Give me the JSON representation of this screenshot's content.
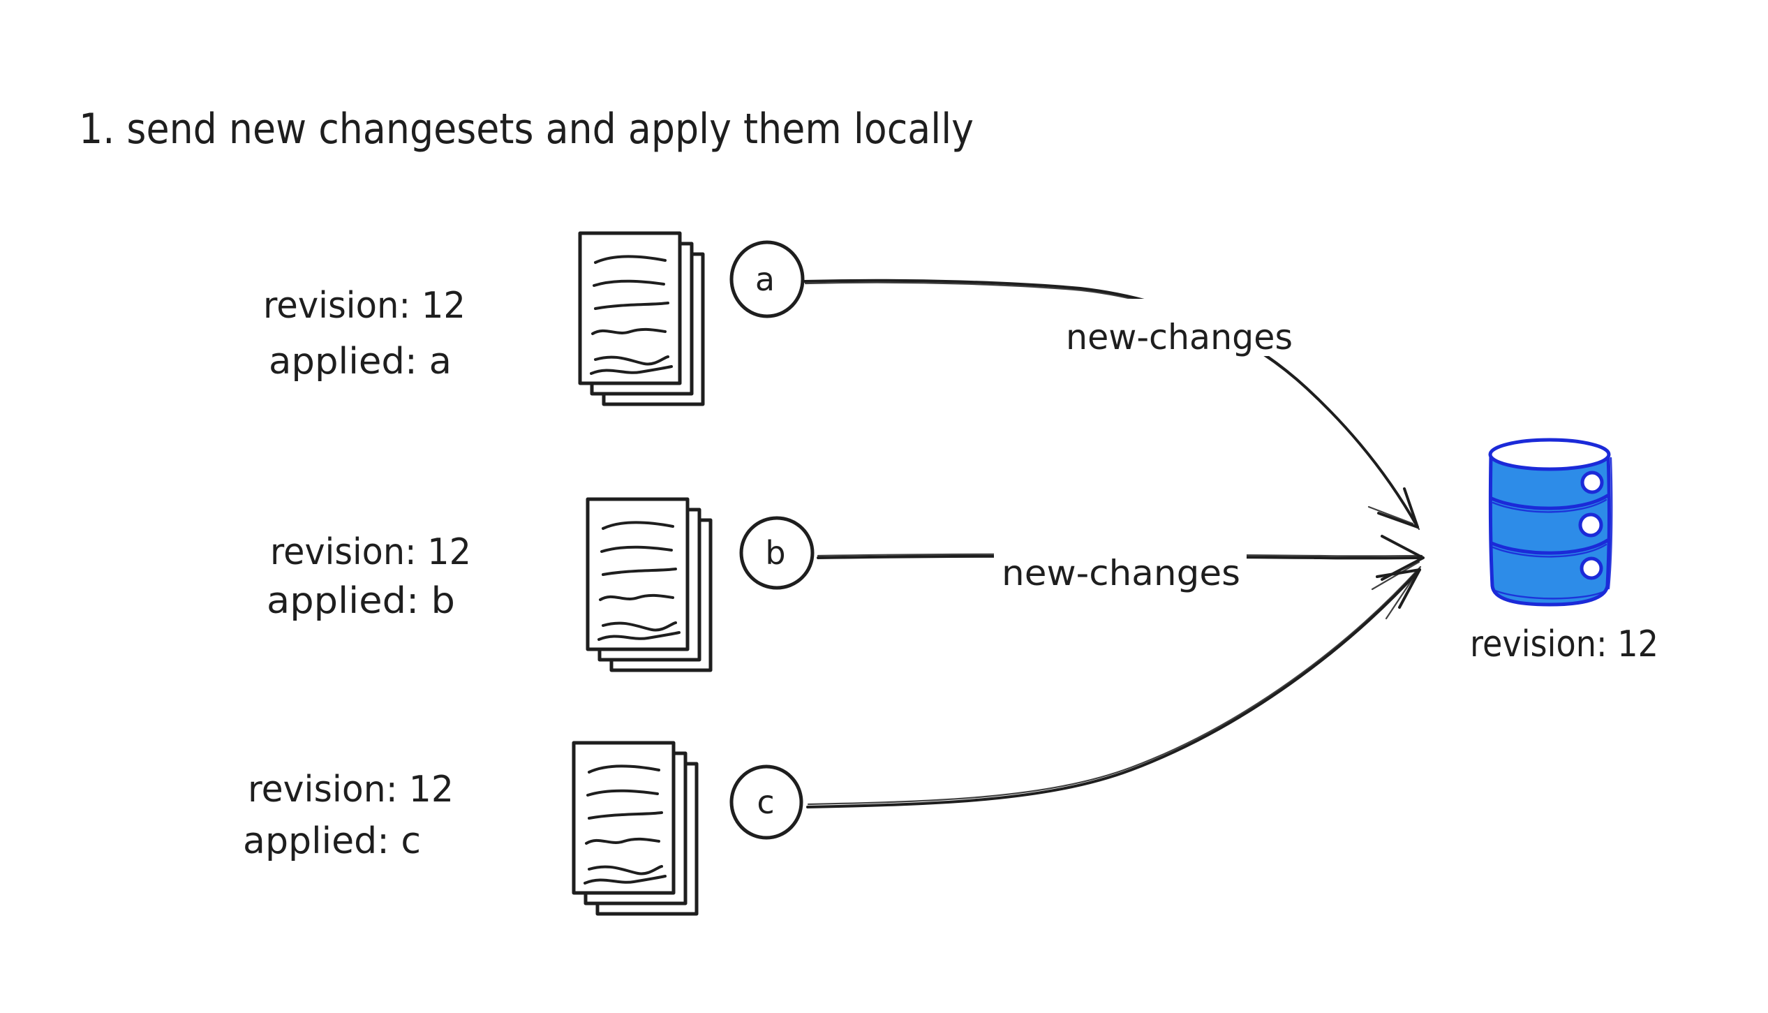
{
  "title": "1. send new changesets and apply them locally",
  "clients": [
    {
      "revision": "revision: 12",
      "applied": "applied: a",
      "node": "a",
      "icon": "document-stack-icon"
    },
    {
      "revision": "revision: 12",
      "applied": "applied: b",
      "node": "b",
      "icon": "document-stack-icon"
    },
    {
      "revision": "revision: 12",
      "applied": "applied: c",
      "node": "c",
      "icon": "document-stack-icon"
    }
  ],
  "arrows": [
    {
      "from": "a",
      "to": "database",
      "label": "new-changes"
    },
    {
      "from": "b",
      "to": "database",
      "label": "new-changes"
    },
    {
      "from": "c",
      "to": "database",
      "label": ""
    }
  ],
  "database": {
    "icon": "database-icon",
    "label": "revision: 12"
  },
  "colors": {
    "ink": "#1e1e1e",
    "db-fill": "#2d8ce8",
    "db-stroke": "#1b2ad8",
    "background": "#ffffff"
  }
}
